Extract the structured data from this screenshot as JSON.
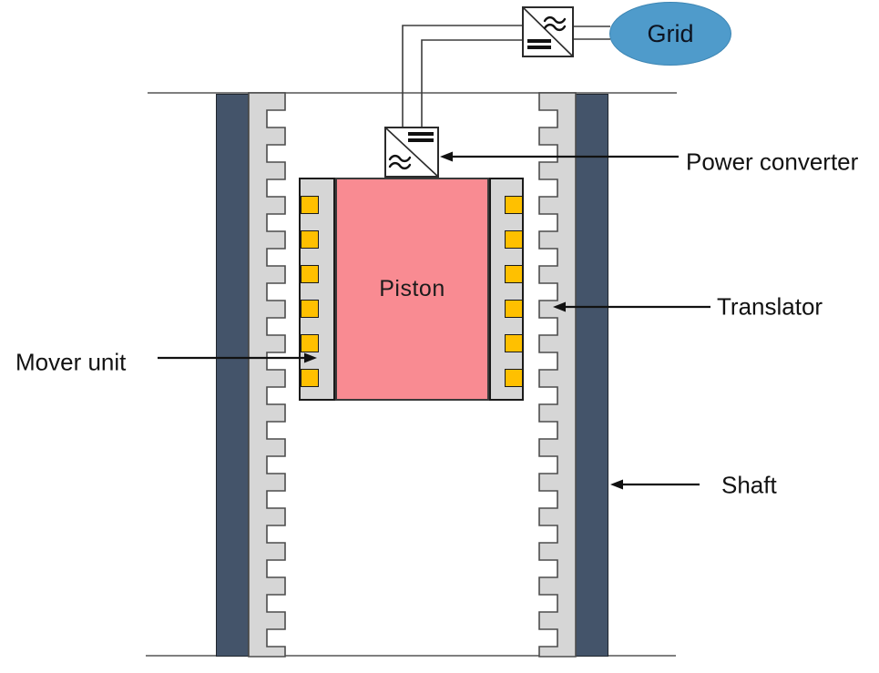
{
  "labels": {
    "grid": "Grid",
    "piston": "Piston",
    "power_converter": "Power converter",
    "translator": "Translator",
    "mover_unit": "Mover unit",
    "shaft": "Shaft"
  },
  "colors": {
    "grid_fill": "#4f9bcb",
    "grid_stroke": "#3d86b4",
    "shaft": "#44546a",
    "translator_fill": "#d6d6d6",
    "translator_stroke": "#4d4d4d",
    "mover_fill": "#d6d6d6",
    "magnet_yellow": "#ffc000",
    "piston_fill": "#f98b92",
    "line_gray": "#7f7f7f"
  },
  "mover": {
    "segments_per_side": 6,
    "sides": 2
  }
}
